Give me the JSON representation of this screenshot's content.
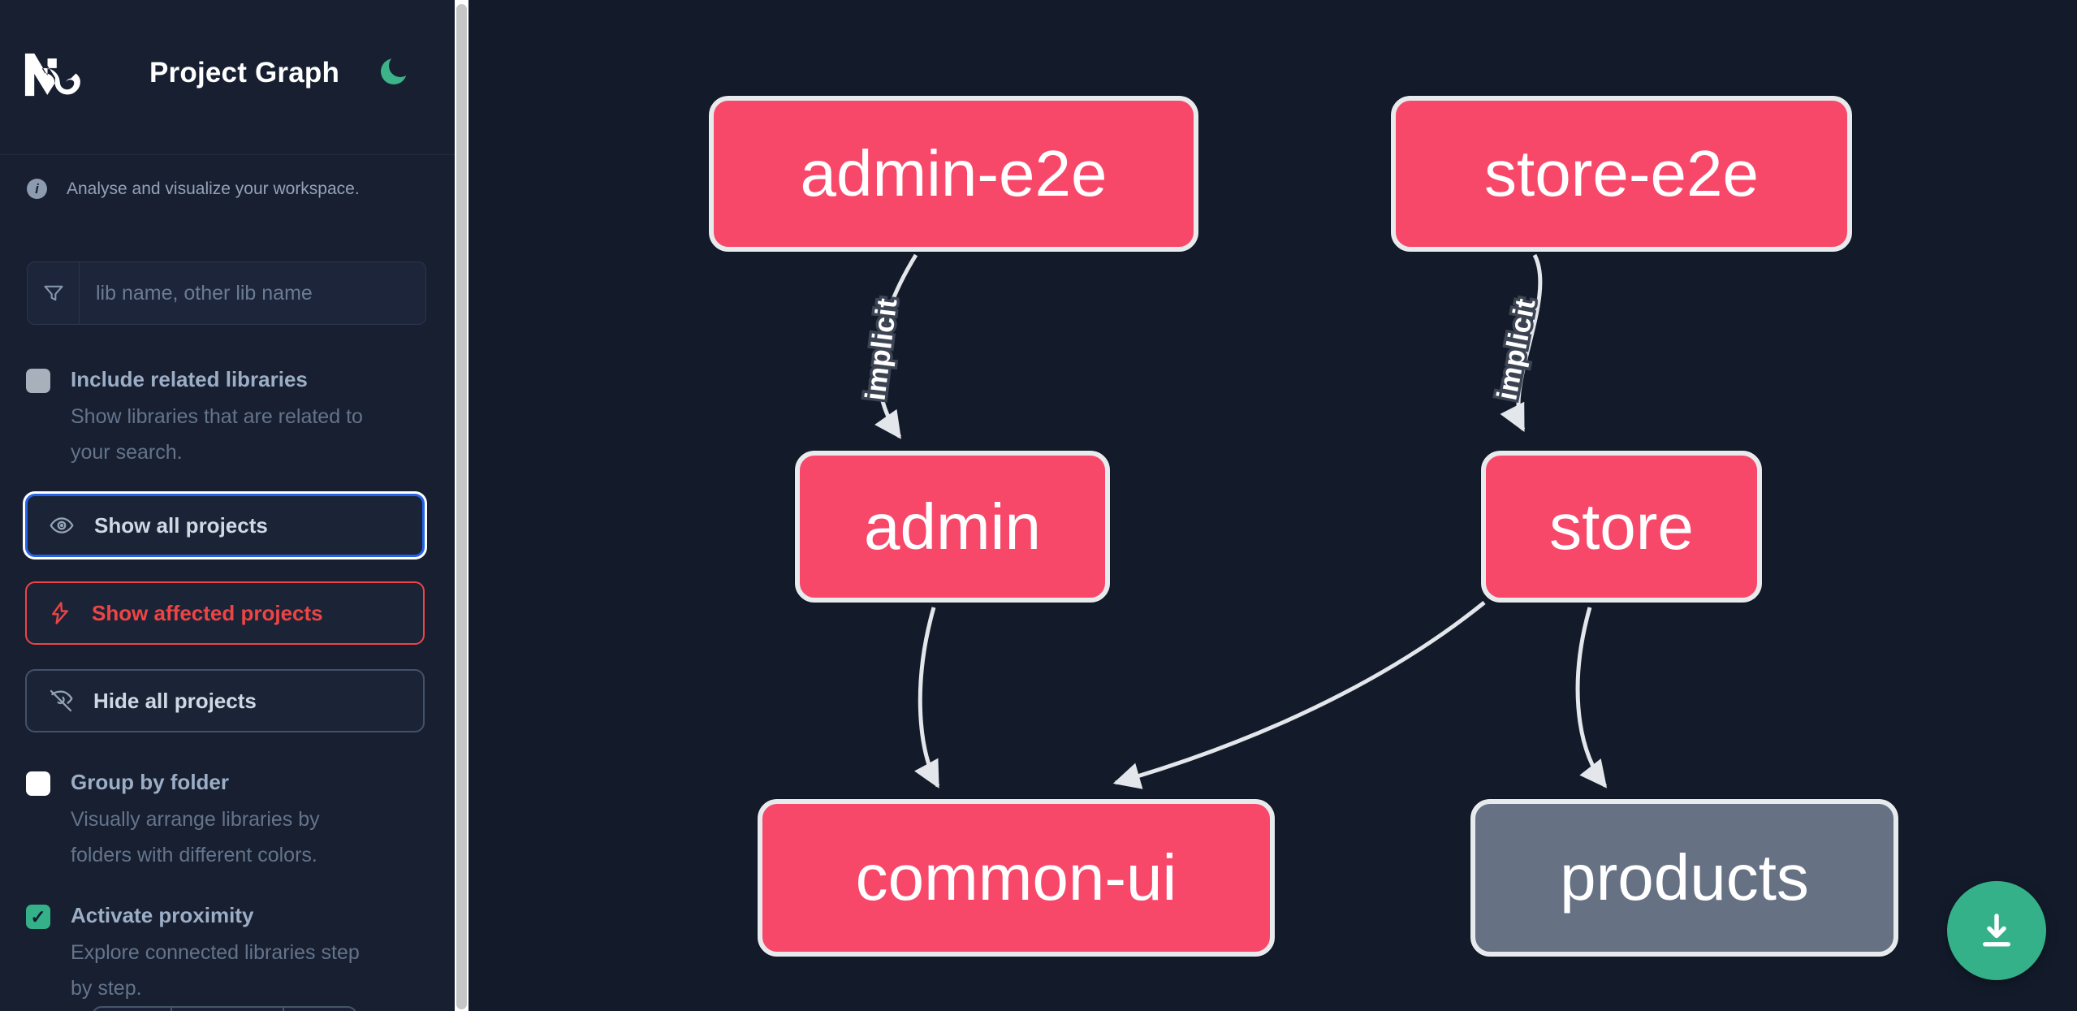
{
  "header": {
    "title": "Project Graph",
    "logo": "nx-logo",
    "theme_toggle_icon": "moon-icon"
  },
  "sidebar": {
    "tagline": "Analyse and visualize your workspace.",
    "search": {
      "placeholder": "lib name, other lib name",
      "icon": "funnel-filter-icon",
      "value": ""
    },
    "toggles": [
      {
        "label": "Include related libraries",
        "description": "Show libraries that are related to\nyour search.",
        "checked": false
      },
      {
        "label": "Group by folder",
        "description": "Visually arrange libraries by\nfolders with different colors.",
        "checked": false
      },
      {
        "label": "Activate proximity",
        "description": "Explore connected libraries step\nby step.",
        "checked": true,
        "checkmark": "✓"
      }
    ],
    "buttons": [
      {
        "label": "Show all projects",
        "icon": "eye-icon",
        "state": "focused"
      },
      {
        "label": "Show affected projects",
        "icon": "bolt-icon",
        "state": "affected"
      },
      {
        "label": "Hide all projects",
        "icon": "eye-off-icon",
        "state": "default"
      }
    ]
  },
  "graph": {
    "nodes": [
      {
        "id": "admin-e2e",
        "label": "admin-e2e",
        "color": "#f8486a"
      },
      {
        "id": "store-e2e",
        "label": "store-e2e",
        "color": "#f8486a"
      },
      {
        "id": "admin",
        "label": "admin",
        "color": "#f8486a"
      },
      {
        "id": "store",
        "label": "store",
        "color": "#f8486a"
      },
      {
        "id": "common-ui",
        "label": "common-ui",
        "color": "#f8486a"
      },
      {
        "id": "products",
        "label": "products",
        "color": "#667184"
      }
    ],
    "edges": [
      {
        "source": "admin-e2e",
        "target": "admin",
        "label": "implicit"
      },
      {
        "source": "store-e2e",
        "target": "store",
        "label": "implicit"
      },
      {
        "source": "admin",
        "target": "common-ui",
        "label": ""
      },
      {
        "source": "store",
        "target": "common-ui",
        "label": ""
      },
      {
        "source": "store",
        "target": "products",
        "label": ""
      }
    ]
  },
  "fab": {
    "icon": "download-icon"
  },
  "colors": {
    "main_bg": "#131b2b",
    "sidebar_bg": "#171f31",
    "accent_blue": "#2563eb",
    "alert_red": "#ef4444",
    "brand_green": "#35b189",
    "node_pink": "#f8486a",
    "node_gray": "#667184",
    "node_border": "#e8ebee",
    "edge": "#e3e6ea",
    "muted_text": "#64748b",
    "label_text": "#9caec6"
  }
}
